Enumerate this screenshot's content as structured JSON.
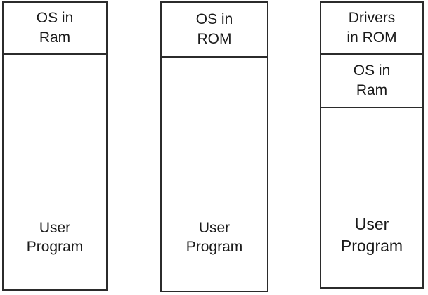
{
  "diagram": {
    "type": "memory-layout-comparison",
    "boxes": [
      {
        "name": "os-in-ram-layout",
        "segments": [
          {
            "name": "os-segment",
            "label": "OS in\nRam"
          },
          {
            "name": "user-segment",
            "label": "User\nProgram"
          }
        ]
      },
      {
        "name": "os-in-rom-layout",
        "segments": [
          {
            "name": "os-segment",
            "label": "OS in\nROM"
          },
          {
            "name": "user-segment",
            "label": "User\nProgram"
          }
        ]
      },
      {
        "name": "drivers-in-rom-layout",
        "segments": [
          {
            "name": "drivers-segment",
            "label": "Drivers\nin ROM"
          },
          {
            "name": "os-segment",
            "label": "OS in\nRam"
          },
          {
            "name": "user-segment",
            "label": "User\nProgram"
          }
        ]
      }
    ],
    "colors": {
      "border": "#2b2b2b",
      "background": "#ffffff",
      "text": "#1a1a1a"
    }
  }
}
